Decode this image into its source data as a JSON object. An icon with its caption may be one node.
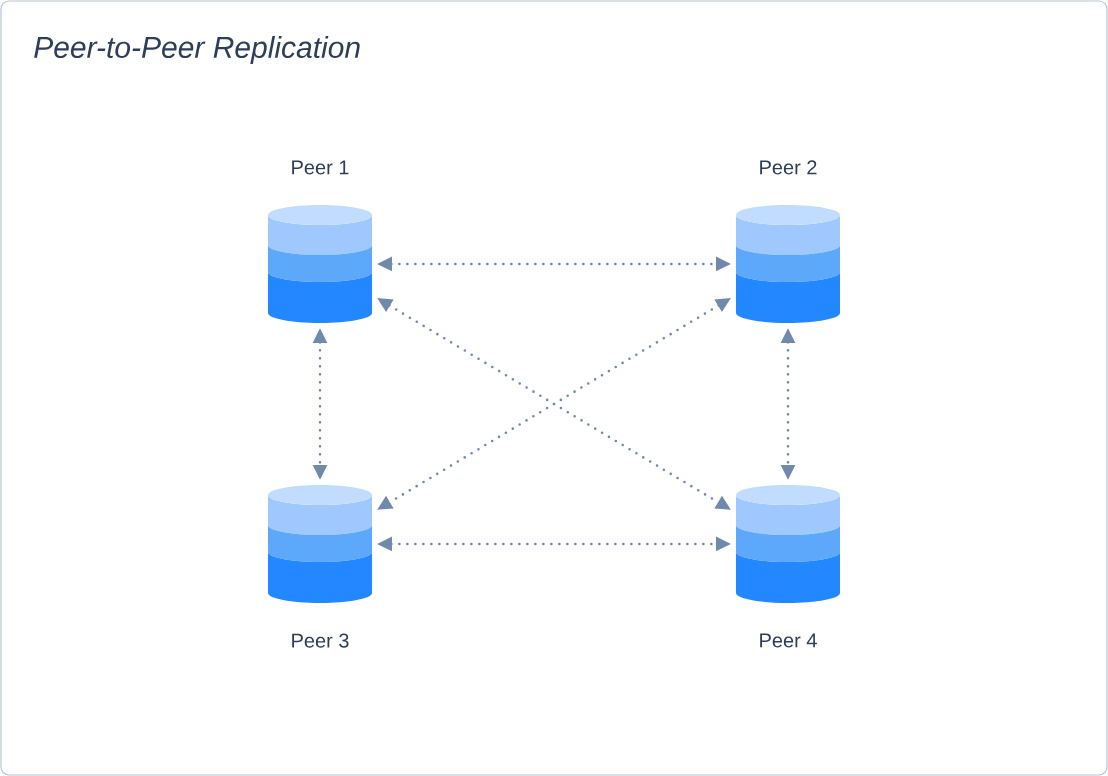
{
  "diagram": {
    "title": "Peer-to-Peer Replication",
    "nodes": [
      {
        "text": [
          "Peer 1"
        ]
      },
      {
        "text": [
          "Peer 2"
        ]
      },
      {
        "text": [
          "Peer 3"
        ]
      },
      {
        "text": [
          "Peer 4"
        ]
      }
    ],
    "edges": [
      {
        "from": 0,
        "to": 1,
        "arrow": "both"
      },
      {
        "from": 0,
        "to": 2,
        "arrow": "both"
      },
      {
        "from": 0,
        "to": 3,
        "arrow": "both"
      },
      {
        "from": 1,
        "to": 2,
        "arrow": "both"
      },
      {
        "from": 1,
        "to": 3,
        "arrow": "both"
      },
      {
        "from": 2,
        "to": 3,
        "arrow": "both"
      }
    ]
  }
}
